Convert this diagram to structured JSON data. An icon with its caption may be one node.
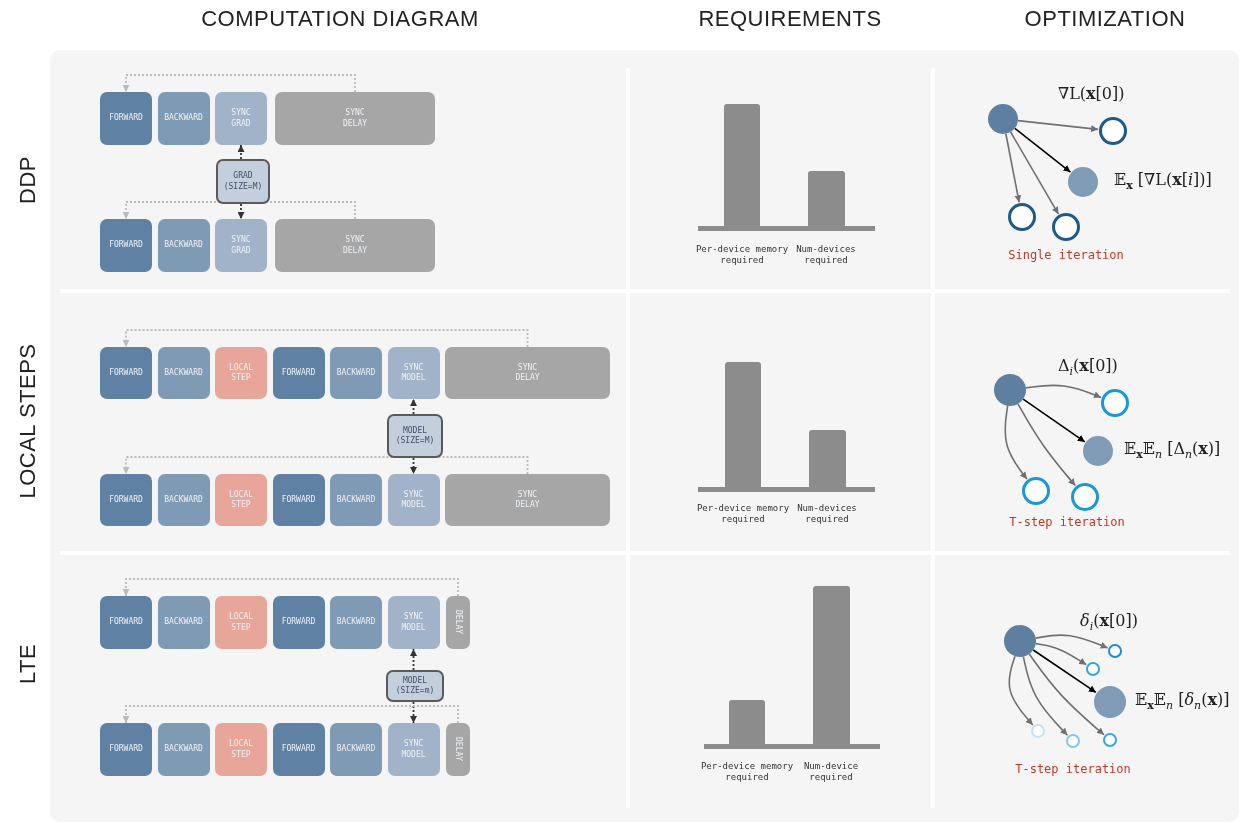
{
  "diagram": {
    "nodes": [
      {
        "text": [
          "FORWARD"
        ]
      },
      {
        "text": [
          "BACKWARD"
        ]
      },
      {
        "text": [
          "SYNC GRAD"
        ]
      },
      {
        "text": [
          "SYNC DELAY"
        ]
      },
      {
        "text": [
          "GRAD (SIZE=M)"
        ]
      },
      {
        "text": [
          "FORWARD"
        ]
      },
      {
        "text": [
          "BACKWARD"
        ]
      },
      {
        "text": [
          "SYNC GRAD"
        ]
      },
      {
        "text": [
          "SYNC DELAY"
        ]
      },
      {
        "text": [],
        "shape": "circle"
      },
      {
        "text": [],
        "shape": "circle",
        "beside": [
          "∇L(**x**[0])"
        ]
      },
      {
        "text": [],
        "shape": "circle",
        "beside": [
          "𝔼$_{x}$ [∇L(**x**[*i*])]"
        ]
      },
      {
        "text": [],
        "shape": "circle"
      },
      {
        "text": [],
        "shape": "circle"
      },
      {
        "text": [
          "FORWARD"
        ]
      },
      {
        "text": [
          "BACKWARD"
        ]
      },
      {
        "text": [
          "LOCAL STEP"
        ]
      },
      {
        "text": [
          "FORWARD"
        ]
      },
      {
        "text": [
          "BACKWARD"
        ]
      },
      {
        "text": [
          "SYNC MODEL"
        ]
      },
      {
        "text": [
          "SYNC DELAY"
        ]
      },
      {
        "text": [
          "MODEL (SIZE=M)"
        ]
      },
      {
        "text": [
          "FORWARD"
        ]
      },
      {
        "text": [
          "BACKWARD"
        ]
      },
      {
        "text": [
          "LOCAL STEP"
        ]
      },
      {
        "text": [
          "FORWARD"
        ]
      },
      {
        "text": [
          "BACKWARD"
        ]
      },
      {
        "text": [
          "SYNC MODEL"
        ]
      },
      {
        "text": [
          "SYNC DELAY"
        ]
      },
      {
        "text": [],
        "shape": "circle"
      },
      {
        "text": [],
        "shape": "circle",
        "beside": [
          "Δ$_{i}$(**x**[0])"
        ]
      },
      {
        "text": [],
        "shape": "circle",
        "beside": [
          "𝔼$_{x}$𝔼$_{n}$ [Δ$_{n}$(**x**)]"
        ]
      },
      {
        "text": [],
        "shape": "circle"
      },
      {
        "text": [],
        "shape": "circle"
      },
      {
        "text": [
          "FORWARD"
        ]
      },
      {
        "text": [
          "BACKWARD"
        ]
      },
      {
        "text": [
          "LOCAL STEP"
        ]
      },
      {
        "text": [
          "FORWARD"
        ]
      },
      {
        "text": [
          "BACKWARD"
        ]
      },
      {
        "text": [
          "SYNC MODEL"
        ]
      },
      {
        "text": [
          "DELAY"
        ]
      },
      {
        "text": [
          "MODEL (SIZE=m)"
        ]
      },
      {
        "text": [
          "FORWARD"
        ]
      },
      {
        "text": [
          "BACKWARD"
        ]
      },
      {
        "text": [
          "LOCAL STEP"
        ]
      },
      {
        "text": [
          "FORWARD"
        ]
      },
      {
        "text": [
          "BACKWARD"
        ]
      },
      {
        "text": [
          "SYNC MODEL"
        ]
      },
      {
        "text": [
          "DELAY"
        ]
      },
      {
        "text": [],
        "shape": "circle"
      },
      {
        "text": [],
        "shape": "circle",
        "beside": [
          "*δ*$_{i}$(**x**[0])"
        ]
      },
      {
        "text": [],
        "shape": "circle"
      },
      {
        "text": [],
        "shape": "circle",
        "beside": [
          "𝔼$_{x}$𝔼$_{n}$ [*δ*$_{n}$(**x**)]"
        ]
      },
      {
        "text": [],
        "shape": "circle"
      },
      {
        "text": [],
        "shape": "circle"
      },
      {
        "text": [],
        "shape": "circle"
      }
    ],
    "edges": [
      {
        "from": 3,
        "to": 0,
        "arrow": "to",
        "style": "dashed",
        "color": "#bbbbbb"
      },
      {
        "from": 4,
        "to": 2,
        "arrow": "to",
        "style": "dashed",
        "color": "#333333"
      },
      {
        "from": 4,
        "to": 7,
        "arrow": "to",
        "style": "dashed",
        "color": "#333333"
      },
      {
        "from": 8,
        "to": 5,
        "arrow": "to",
        "style": "dashed",
        "color": "#bbbbbb"
      },
      {
        "from": 9,
        "to": 10,
        "arrow": "to"
      },
      {
        "from": 9,
        "to": 11,
        "arrow": "to",
        "color": "#000000"
      },
      {
        "from": 9,
        "to": 12,
        "arrow": "to"
      },
      {
        "from": 9,
        "to": 13,
        "arrow": "to"
      },
      {
        "from": 20,
        "to": 14,
        "arrow": "to",
        "style": "dashed",
        "color": "#bbbbbb"
      },
      {
        "from": 21,
        "to": 19,
        "arrow": "to",
        "style": "dashed",
        "color": "#333333"
      },
      {
        "from": 21,
        "to": 27,
        "arrow": "to",
        "style": "dashed",
        "color": "#333333"
      },
      {
        "from": 28,
        "to": 22,
        "arrow": "to",
        "style": "dashed",
        "color": "#bbbbbb"
      },
      {
        "from": 29,
        "to": 30,
        "arrow": "to"
      },
      {
        "from": 29,
        "to": 31,
        "arrow": "to",
        "color": "#000000"
      },
      {
        "from": 29,
        "to": 32,
        "arrow": "to"
      },
      {
        "from": 29,
        "to": 33,
        "arrow": "to"
      },
      {
        "from": 40,
        "to": 34,
        "arrow": "to",
        "style": "dashed",
        "color": "#bbbbbb"
      },
      {
        "from": 41,
        "to": 39,
        "arrow": "to",
        "style": "dashed",
        "color": "#333333"
      },
      {
        "from": 41,
        "to": 47,
        "arrow": "to",
        "style": "dashed",
        "color": "#333333"
      },
      {
        "from": 48,
        "to": 42,
        "arrow": "to",
        "style": "dashed",
        "color": "#bbbbbb"
      },
      {
        "from": 49,
        "to": 50,
        "arrow": "to"
      },
      {
        "from": 49,
        "to": 51,
        "arrow": "to"
      },
      {
        "from": 49,
        "to": 52,
        "arrow": "to",
        "color": "#000000"
      },
      {
        "from": 49,
        "to": 53,
        "arrow": "to"
      },
      {
        "from": 49,
        "to": 54,
        "arrow": "to"
      },
      {
        "from": 49,
        "to": 55,
        "arrow": "to"
      }
    ],
    "labels": [
      "COMPUTATION DIAGRAM",
      "REQUIREMENTS",
      "OPTIMIZATION",
      "DDP",
      "Per-device memory required",
      "Num-devices required",
      "Single iteration",
      "LOCAL STEPS",
      "Per-device memory required",
      "Num-devices required",
      "T-step iteration",
      "LTE",
      "Per-device memory required",
      "Num-device required",
      "T-step iteration"
    ]
  }
}
